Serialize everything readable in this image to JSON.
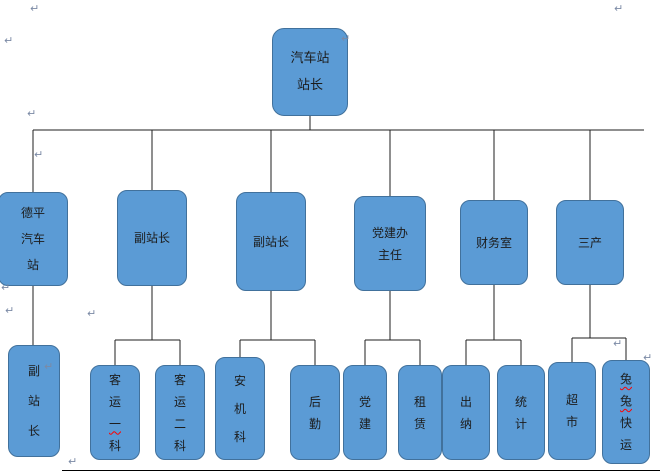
{
  "document": {
    "type": "word-document-org-chart",
    "background": "#ffffff"
  },
  "colors": {
    "node_fill": "#5b9bd5",
    "node_border": "#41719c",
    "node_text": "#1c1c1c",
    "connector": "#1f1f1f",
    "spellcheck_underline": "#ff0000",
    "paragraph_mark": "#7b8aa5"
  },
  "decorations": {
    "paragraph_mark": "↵"
  },
  "org_chart": {
    "nodes": {
      "root": {
        "label": "汽车站\n站长"
      },
      "deping": {
        "label": "德平\n汽车\n站"
      },
      "deputy1": {
        "label": "副站长"
      },
      "deputy2": {
        "label": "副站长"
      },
      "party": {
        "label": "党建办\n主任"
      },
      "finance": {
        "label": "财务室"
      },
      "sanchan": {
        "label": "三产"
      },
      "deputy3": {
        "label": "副\n站\n长"
      },
      "keyun1": {
        "label_pre": "客\n运\n",
        "label_err": "一",
        "label_post": "\n科"
      },
      "keyun2": {
        "label": "客\n运\n二\n科"
      },
      "anji": {
        "label": "安\n机\n科"
      },
      "houqin": {
        "label": "后\n勤"
      },
      "dangjian": {
        "label": "党\n建"
      },
      "zulin": {
        "label": "租\n赁"
      },
      "chuna": {
        "label": "出\n纳"
      },
      "tongji": {
        "label": "统\n计"
      },
      "chaoshi": {
        "label": "超\n市"
      },
      "tutu": {
        "label_pre": "",
        "label_err": "兔\n兔",
        "label_post": "\n快\n运"
      }
    },
    "edges": [
      [
        "root",
        "deping"
      ],
      [
        "root",
        "deputy1"
      ],
      [
        "root",
        "deputy2"
      ],
      [
        "root",
        "party"
      ],
      [
        "root",
        "finance"
      ],
      [
        "root",
        "sanchan"
      ],
      [
        "deping",
        "deputy3"
      ],
      [
        "deputy1",
        "keyun1"
      ],
      [
        "deputy1",
        "keyun2"
      ],
      [
        "deputy2",
        "anji"
      ],
      [
        "deputy2",
        "houqin"
      ],
      [
        "party",
        "dangjian"
      ],
      [
        "party",
        "zulin"
      ],
      [
        "finance",
        "chuna"
      ],
      [
        "finance",
        "tongji"
      ],
      [
        "sanchan",
        "chaoshi"
      ],
      [
        "sanchan",
        "tutu"
      ]
    ]
  }
}
